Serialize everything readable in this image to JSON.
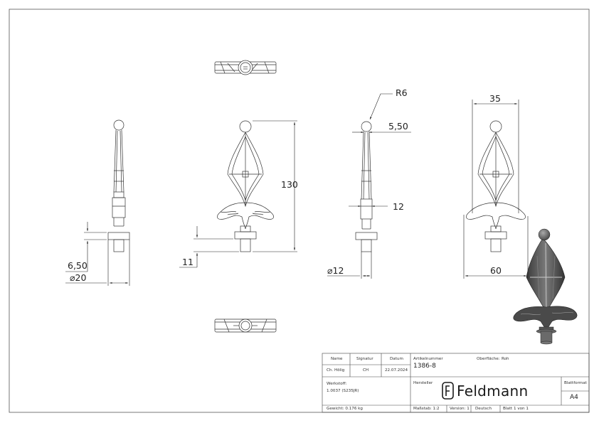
{
  "dimensions": {
    "r6": "R6",
    "d5_50": "5,50",
    "d35": "35",
    "d130": "130",
    "d12": "12",
    "d6_50": "6,50",
    "d20": "⌀20",
    "d11": "11",
    "d12_dia": "⌀12",
    "d60": "60"
  },
  "title_block": {
    "name_label": "Name",
    "signatur_label": "Signatur",
    "datum_label": "Datum",
    "name_value": "Ch. Hölig",
    "signatur_value": "CH",
    "datum_value": "22.07.2024",
    "artikelnummer_label": "Artikelnummer",
    "artikelnummer_value": "1386-8",
    "oberflaeche_label": "Oberfläche:",
    "oberflaeche_value": "Roh",
    "werkstoff_label": "Werkstoff:",
    "werkstoff_value": "1.0037 (S235JR)",
    "hersteller_label": "Hersteller",
    "brand": "Feldmann",
    "blattformat_label": "Blattformat",
    "blattformat_value": "A4",
    "gewicht": "Gewicht: 0.176 kg",
    "massstab": "Maßstab: 1:2",
    "version": "Version: 1",
    "sprache": "Deutsch",
    "blatt": "Blatt 1 von 1"
  },
  "colors": {
    "line": "#3a3a3a",
    "render_dark": "#4a4a4a",
    "render_light": "#9a9a9a"
  }
}
